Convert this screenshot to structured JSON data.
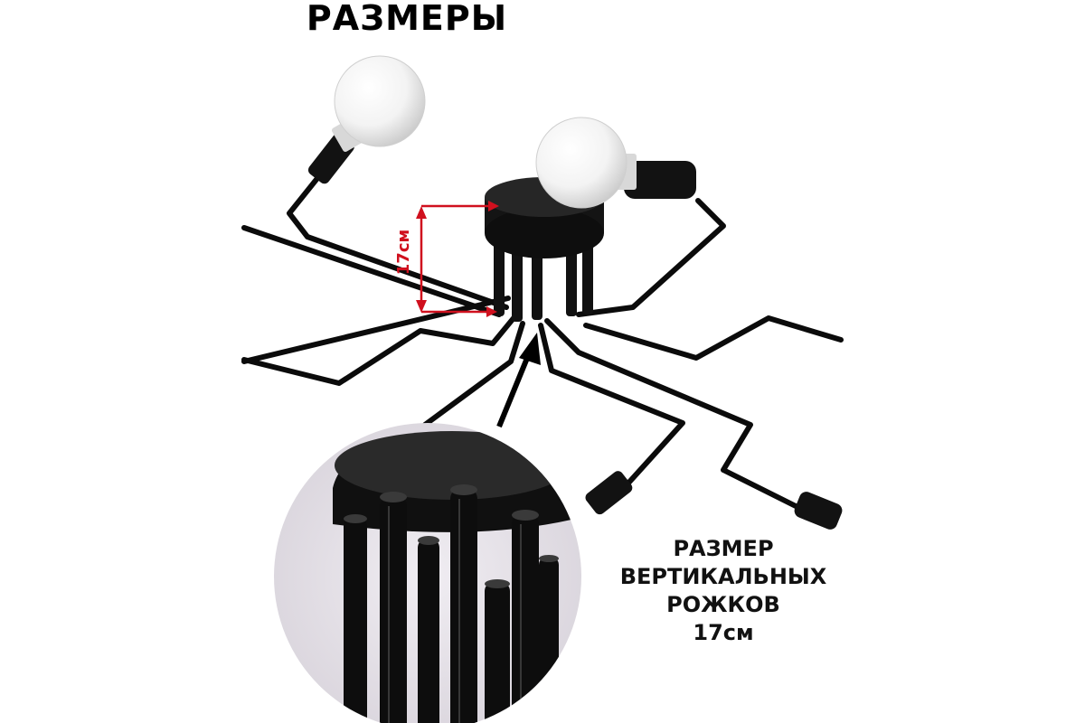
{
  "title": "РАЗМЕРЫ",
  "dimension_label": "17см",
  "caption": {
    "line1": "РАЗМЕР",
    "line2": "ВЕРТИКАЛЬНЫХ",
    "line3": "РОЖКОВ",
    "line4": "17см"
  },
  "colors": {
    "metal": "#0b0b0b",
    "dimension": "#d0101e",
    "bulb": "#f4f4f4",
    "zoom_bg": "#e7e3ea"
  }
}
